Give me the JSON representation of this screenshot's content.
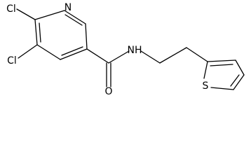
{
  "molecule": {
    "atoms": {
      "cl_upper": "Cl",
      "cl_lower": "Cl",
      "n_pyridine": "N",
      "o_carbonyl": "O",
      "nh_amide": "NH",
      "s_thiophene": "S"
    }
  }
}
